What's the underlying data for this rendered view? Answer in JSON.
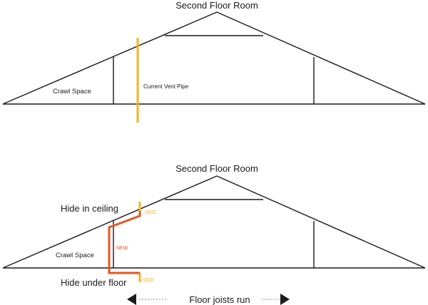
{
  "top_diagram": {
    "title": "Second Floor Room",
    "crawl_space_label": "Crawl Space",
    "vent_label": "Current Vent Pipe"
  },
  "bottom_diagram": {
    "title": "Second Floor Room",
    "crawl_space_label": "Crawl Space",
    "ceiling_label": "Hide in ceiling",
    "floor_label": "Hide under floor",
    "old_top_label": "OLD",
    "old_bottom_label": "OLD",
    "new_label": "NEW",
    "joists_label": "Floor joists run"
  },
  "colors": {
    "old_pipe": "#f5b21f",
    "new_pipe": "#e8541f",
    "lines": "#1a1a1a"
  }
}
